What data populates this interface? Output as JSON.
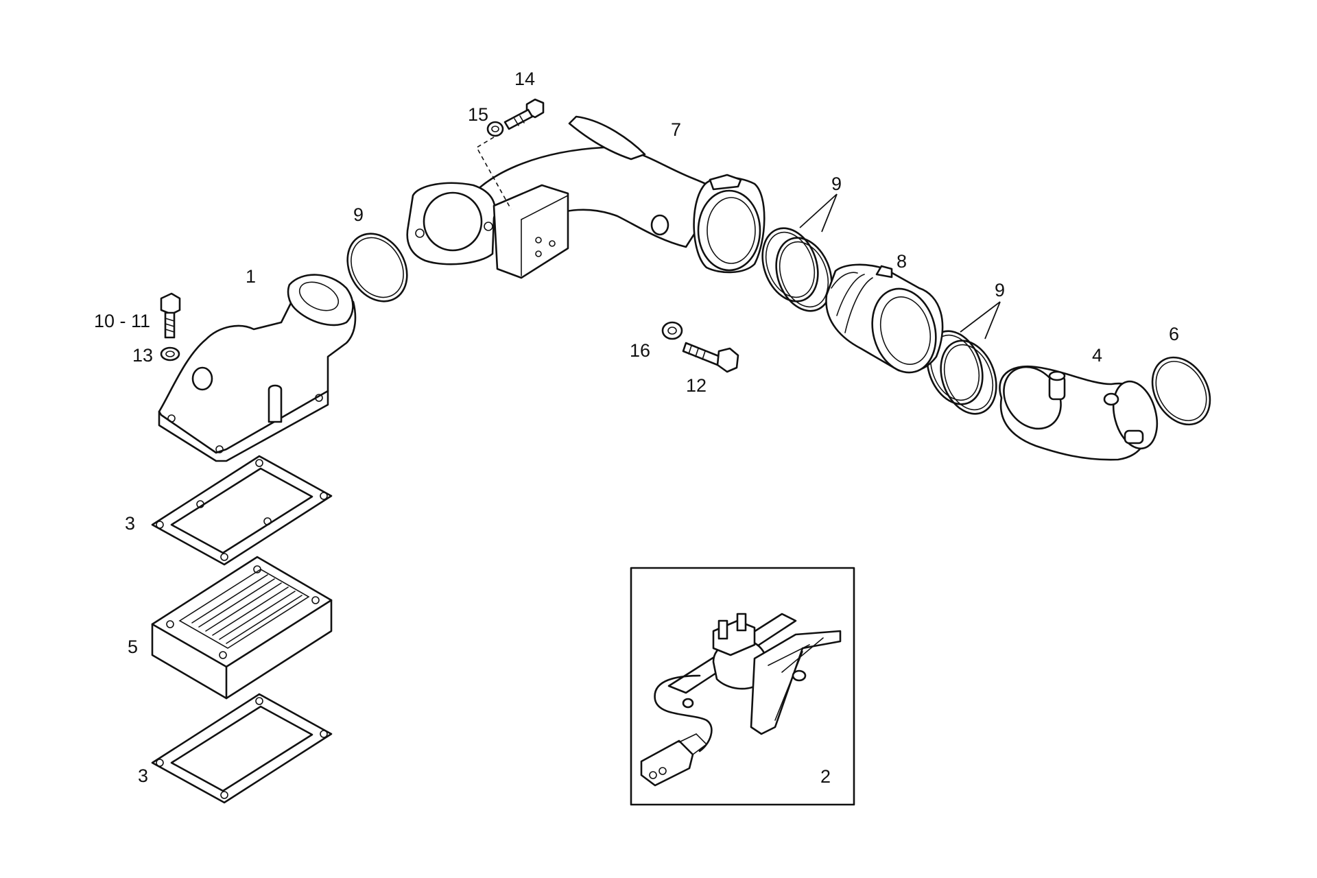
{
  "diagram": {
    "labels": {
      "p1": "1",
      "p2": "2",
      "p3a": "3",
      "p3b": "3",
      "p4": "4",
      "p5": "5",
      "p6": "6",
      "p7": "7",
      "p8": "8",
      "p9a": "9",
      "p9b": "9",
      "p9c": "9",
      "p10_11": "10 - 11",
      "p12": "12",
      "p13": "13",
      "p14": "14",
      "p15": "15",
      "p16": "16"
    }
  }
}
